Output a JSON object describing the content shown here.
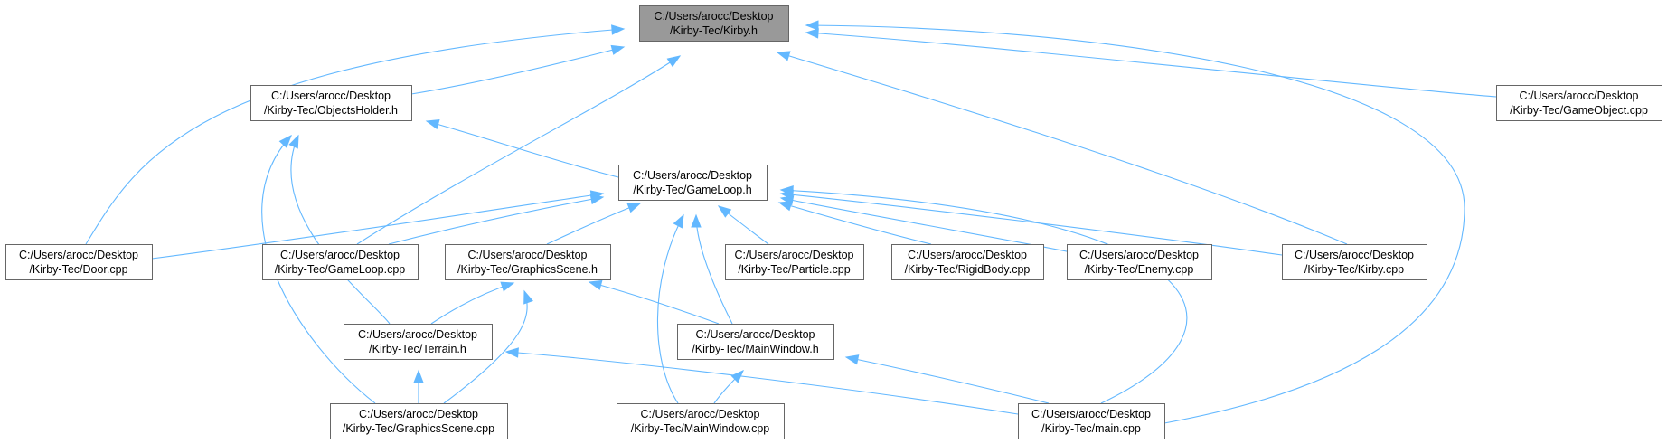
{
  "graph": {
    "nodes": [
      {
        "id": "kirby_h",
        "line1": "C:/Users/arocc/Desktop",
        "line2": "/Kirby-Tec/Kirby.h",
        "current": true
      },
      {
        "id": "objectsholder_h",
        "line1": "C:/Users/arocc/Desktop",
        "line2": "/Kirby-Tec/ObjectsHolder.h"
      },
      {
        "id": "gameobject_cpp",
        "line1": "C:/Users/arocc/Desktop",
        "line2": "/Kirby-Tec/GameObject.cpp"
      },
      {
        "id": "gameloop_h",
        "line1": "C:/Users/arocc/Desktop",
        "line2": "/Kirby-Tec/GameLoop.h"
      },
      {
        "id": "door_cpp",
        "line1": "C:/Users/arocc/Desktop",
        "line2": "/Kirby-Tec/Door.cpp"
      },
      {
        "id": "gameloop_cpp",
        "line1": "C:/Users/arocc/Desktop",
        "line2": "/Kirby-Tec/GameLoop.cpp"
      },
      {
        "id": "graphicsscene_h",
        "line1": "C:/Users/arocc/Desktop",
        "line2": "/Kirby-Tec/GraphicsScene.h"
      },
      {
        "id": "particle_cpp",
        "line1": "C:/Users/arocc/Desktop",
        "line2": "/Kirby-Tec/Particle.cpp"
      },
      {
        "id": "rigidbody_cpp",
        "line1": "C:/Users/arocc/Desktop",
        "line2": "/Kirby-Tec/RigidBody.cpp"
      },
      {
        "id": "enemy_cpp",
        "line1": "C:/Users/arocc/Desktop",
        "line2": "/Kirby-Tec/Enemy.cpp"
      },
      {
        "id": "kirby_cpp",
        "line1": "C:/Users/arocc/Desktop",
        "line2": "/Kirby-Tec/Kirby.cpp"
      },
      {
        "id": "terrain_h",
        "line1": "C:/Users/arocc/Desktop",
        "line2": "/Kirby-Tec/Terrain.h"
      },
      {
        "id": "mainwindow_h",
        "line1": "C:/Users/arocc/Desktop",
        "line2": "/Kirby-Tec/MainWindow.h"
      },
      {
        "id": "graphicsscene_cpp",
        "line1": "C:/Users/arocc/Desktop",
        "line2": "/Kirby-Tec/GraphicsScene.cpp"
      },
      {
        "id": "mainwindow_cpp",
        "line1": "C:/Users/arocc/Desktop",
        "line2": "/Kirby-Tec/MainWindow.cpp"
      },
      {
        "id": "main_cpp",
        "line1": "C:/Users/arocc/Desktop",
        "line2": "/Kirby-Tec/main.cpp"
      }
    ],
    "edges": [
      {
        "from": "objectsholder_h",
        "to": "kirby_h"
      },
      {
        "from": "gameobject_cpp",
        "to": "kirby_h"
      },
      {
        "from": "door_cpp",
        "to": "kirby_h"
      },
      {
        "from": "gameloop_cpp",
        "to": "kirby_h"
      },
      {
        "from": "kirby_cpp",
        "to": "kirby_h"
      },
      {
        "from": "main_cpp",
        "to": "kirby_h"
      },
      {
        "from": "gameloop_h",
        "to": "objectsholder_h"
      },
      {
        "from": "terrain_h",
        "to": "objectsholder_h"
      },
      {
        "from": "graphicsscene_cpp",
        "to": "objectsholder_h"
      },
      {
        "from": "door_cpp",
        "to": "gameloop_h"
      },
      {
        "from": "gameloop_cpp",
        "to": "gameloop_h"
      },
      {
        "from": "graphicsscene_h",
        "to": "gameloop_h"
      },
      {
        "from": "particle_cpp",
        "to": "gameloop_h"
      },
      {
        "from": "rigidbody_cpp",
        "to": "gameloop_h"
      },
      {
        "from": "enemy_cpp",
        "to": "gameloop_h"
      },
      {
        "from": "kirby_cpp",
        "to": "gameloop_h"
      },
      {
        "from": "mainwindow_h",
        "to": "gameloop_h"
      },
      {
        "from": "mainwindow_cpp",
        "to": "gameloop_h"
      },
      {
        "from": "main_cpp",
        "to": "gameloop_h"
      },
      {
        "from": "terrain_h",
        "to": "graphicsscene_h"
      },
      {
        "from": "mainwindow_h",
        "to": "graphicsscene_h"
      },
      {
        "from": "graphicsscene_cpp",
        "to": "graphicsscene_h"
      },
      {
        "from": "graphicsscene_cpp",
        "to": "terrain_h"
      },
      {
        "from": "main_cpp",
        "to": "terrain_h"
      },
      {
        "from": "mainwindow_cpp",
        "to": "mainwindow_h"
      },
      {
        "from": "main_cpp",
        "to": "mainwindow_h"
      }
    ]
  },
  "colors": {
    "edge": "#63b8ff",
    "node_border": "#666666",
    "node_fill": "#ffffff",
    "current_node_fill": "#999999",
    "text": "#000000"
  }
}
